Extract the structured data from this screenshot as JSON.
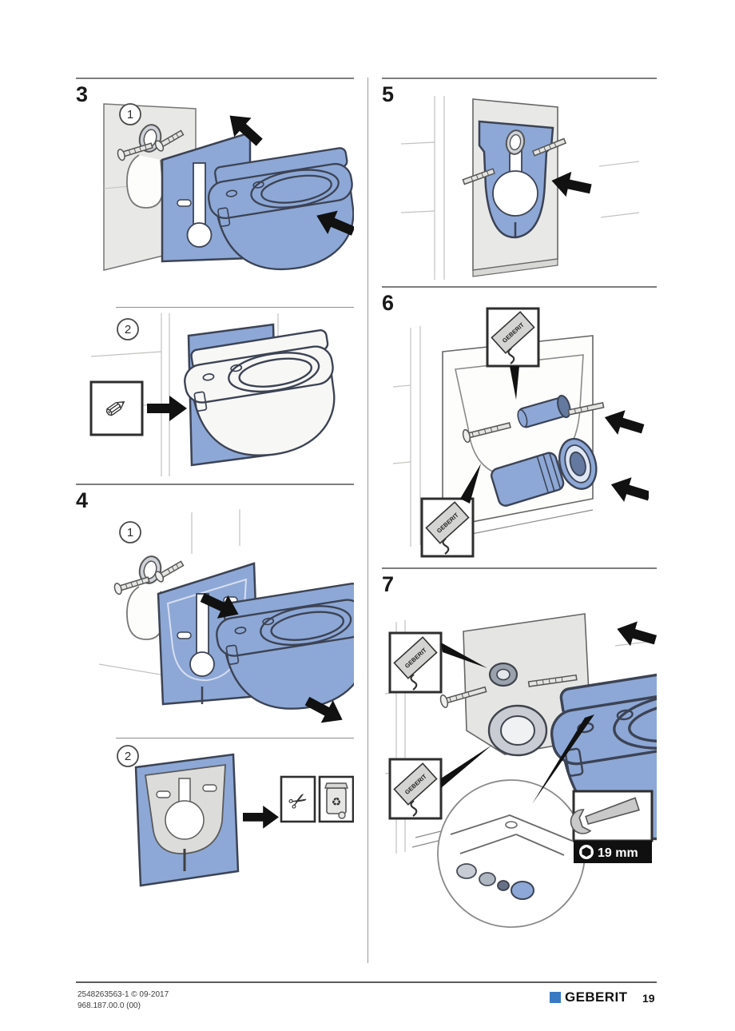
{
  "document": {
    "type": "installation-instructions",
    "steps": [
      {
        "number": "3",
        "substeps": [
          {
            "label": "1"
          },
          {
            "label": "2"
          }
        ]
      },
      {
        "number": "4",
        "substeps": [
          {
            "label": "1"
          },
          {
            "label": "2"
          }
        ]
      },
      {
        "number": "5",
        "substeps": []
      },
      {
        "number": "6",
        "substeps": []
      },
      {
        "number": "7",
        "substeps": []
      }
    ],
    "labels": {
      "sachet_brand": "GEBERIT",
      "wrench_size": "19 mm"
    },
    "icons": {
      "scissors": "✂",
      "recycle": "♻",
      "pencil": "✏"
    },
    "footer": {
      "doc_id": "2548263563-1 © 09-2017",
      "doc_code": "968.187.00.0 (00)",
      "brand": "GEBERIT",
      "page_number": "19"
    },
    "colors": {
      "part_blue": "#8da8d6",
      "part_blue_dark": "#64799f",
      "wall_gray": "#e8e8e6",
      "brand_blue": "#3a79c3"
    }
  }
}
